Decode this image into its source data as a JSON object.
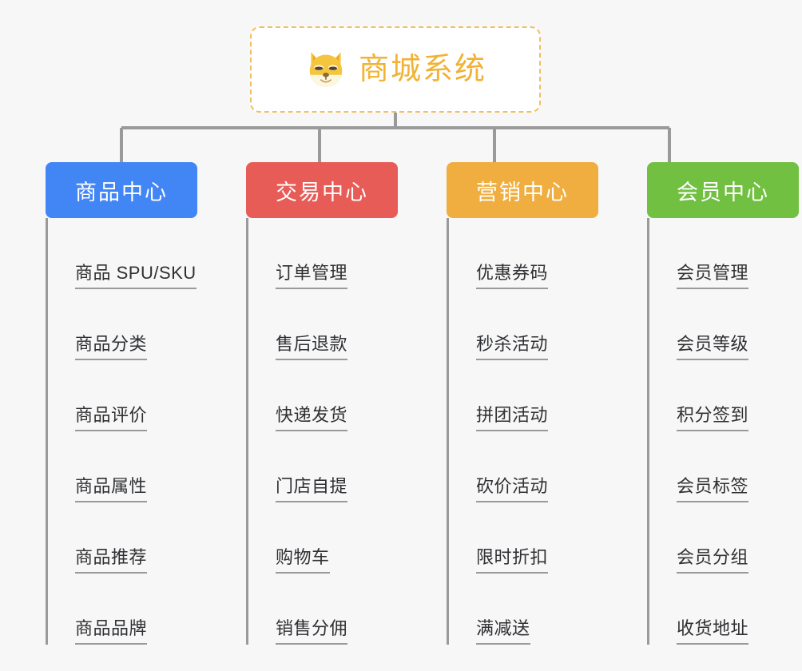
{
  "page": {
    "background_color": "#f7f7f7",
    "title": "商城系统",
    "diagram_type": "org-chart"
  },
  "root": {
    "label": "商城系统",
    "icon": "shiba-dog-face-icon",
    "text_color": "#f2b233",
    "border_color": "#f0c060",
    "background_color": "#ffffff"
  },
  "connector": {
    "color": "#9a9a9a"
  },
  "columns": [
    {
      "id": "product-center",
      "header": "商品中心",
      "color": "#4285f4",
      "items": [
        "商品 SPU/SKU",
        "商品分类",
        "商品评价",
        "商品属性",
        "商品推荐",
        "商品品牌"
      ]
    },
    {
      "id": "trade-center",
      "header": "交易中心",
      "color": "#e85c57",
      "items": [
        "订单管理",
        "售后退款",
        "快递发货",
        "门店自提",
        "购物车",
        "销售分佣"
      ]
    },
    {
      "id": "marketing-center",
      "header": "营销中心",
      "color": "#efae3f",
      "items": [
        "优惠券码",
        "秒杀活动",
        "拼团活动",
        "砍价活动",
        "限时折扣",
        "满减送"
      ]
    },
    {
      "id": "member-center",
      "header": "会员中心",
      "color": "#72c042",
      "items": [
        "会员管理",
        "会员等级",
        "积分签到",
        "会员标签",
        "会员分组",
        "收货地址"
      ]
    }
  ]
}
